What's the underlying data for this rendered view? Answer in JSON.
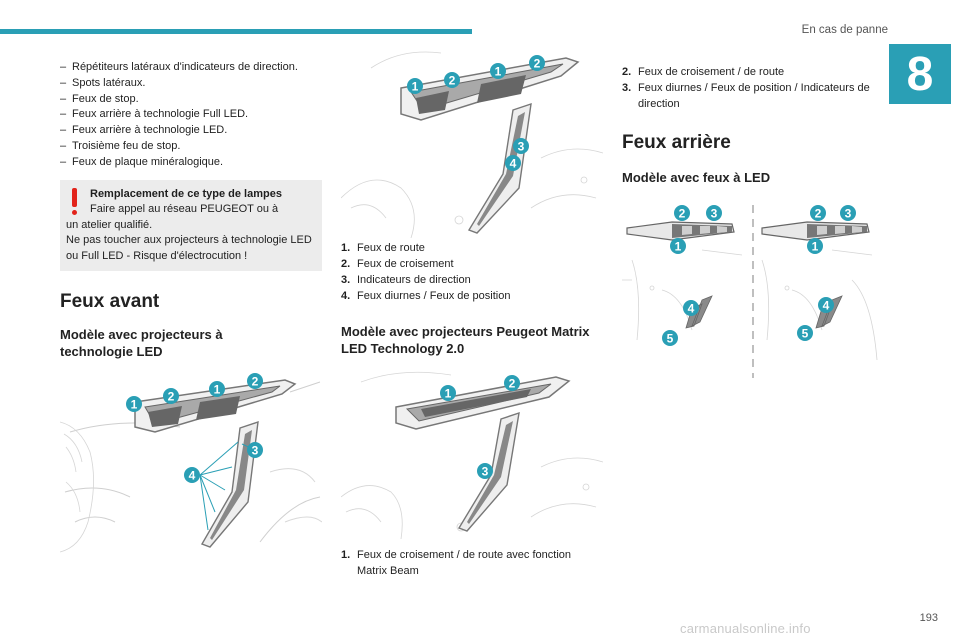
{
  "header": {
    "section_title": "En cas de panne",
    "chapter_number": "8"
  },
  "col1": {
    "bullets": [
      "Répétiteurs latéraux d'indicateurs de direction.",
      "Spots latéraux.",
      "Feux de stop.",
      "Feux arrière à technologie Full LED.",
      "Feux arrière à technologie LED.",
      "Troisième feu de stop.",
      "Feux de plaque minéralogique."
    ],
    "warning": {
      "title": "Remplacement de ce type de lampes",
      "line1": "Faire appel au réseau PEUGEOT ou à",
      "line2": "un atelier qualifié.",
      "line3": "Ne pas toucher aux projecteurs à technologie LED ou Full LED - Risque d'électrocution !"
    },
    "front_heading": "Feux avant",
    "led_heading": "Modèle avec projecteurs à technologie LED"
  },
  "col2": {
    "legend_led": [
      {
        "num": "1.",
        "text": "Feux de route"
      },
      {
        "num": "2.",
        "text": "Feux de croisement"
      },
      {
        "num": "3.",
        "text": "Indicateurs de direction"
      },
      {
        "num": "4.",
        "text": "Feux diurnes / Feux de position"
      }
    ],
    "matrix_heading": "Modèle avec projecteurs Peugeot Matrix LED Technology 2.0",
    "legend_matrix": [
      {
        "num": "1.",
        "text": "Feux de croisement / de route avec fonction Matrix Beam"
      }
    ]
  },
  "col3": {
    "legend_matrix_cont": [
      {
        "num": "2.",
        "text": "Feux de croisement / de route"
      },
      {
        "num": "3.",
        "text": "Feux diurnes / Feux de position / Indicateurs de direction"
      }
    ],
    "rear_heading": "Feux arrière",
    "rear_led_heading": "Modèle avec feux à LED"
  },
  "callouts": {
    "c1": "1",
    "c2": "2",
    "c3": "3",
    "c4": "4",
    "c5": "5"
  },
  "page_number": "193",
  "watermark": "carmanualsonline.info",
  "colors": {
    "accent": "#2a9fb5",
    "warning": "#e2231a",
    "box_bg": "#ececec"
  }
}
